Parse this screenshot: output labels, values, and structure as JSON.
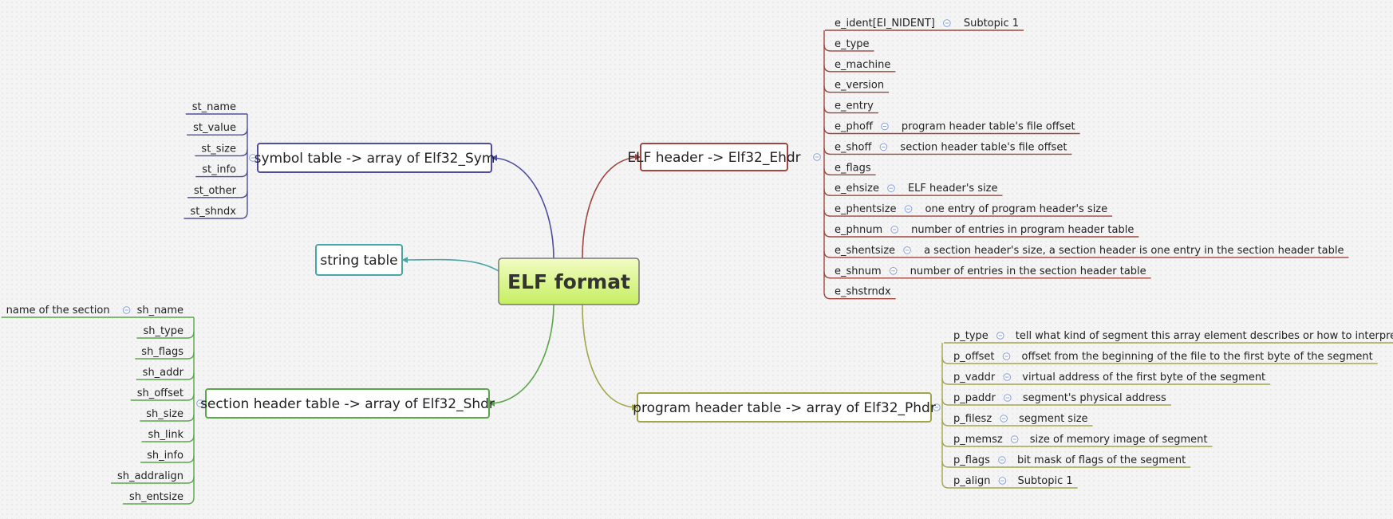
{
  "root": {
    "label": "ELF format"
  },
  "colors": {
    "root_fill_top": "#f2fcc4",
    "root_fill_bottom": "#c6ee62",
    "root_border": "#777777",
    "elf_header": "#a0453f",
    "symbol_table": "#4e4ea0",
    "string_table": "#4aa5a5",
    "section_header": "#5aa64a",
    "program_header": "#a3a54a",
    "collapse_icon": "#8aa0d8"
  },
  "branches": {
    "elf_header": {
      "label": "ELF header -> Elf32_Ehdr",
      "fields": [
        {
          "name": "e_ident[EI_NIDENT]",
          "note": "Subtopic 1"
        },
        {
          "name": "e_type",
          "note": ""
        },
        {
          "name": "e_machine",
          "note": ""
        },
        {
          "name": "e_version",
          "note": ""
        },
        {
          "name": "e_entry",
          "note": ""
        },
        {
          "name": "e_phoff",
          "note": "program header table's file offset"
        },
        {
          "name": "e_shoff",
          "note": "section header table's file offset"
        },
        {
          "name": "e_flags",
          "note": ""
        },
        {
          "name": "e_ehsize",
          "note": "ELF header's size"
        },
        {
          "name": "e_phentsize",
          "note": "one entry of program header's size"
        },
        {
          "name": "e_phnum",
          "note": "number of entries in program header table"
        },
        {
          "name": "e_shentsize",
          "note": "a section header's size, a section header is one entry in the section header table"
        },
        {
          "name": "e_shnum",
          "note": "number of entries in the section header table"
        },
        {
          "name": "e_shstrndx",
          "note": ""
        }
      ]
    },
    "symbol_table": {
      "label": "symbol table -> array of Elf32_Sym",
      "fields": [
        {
          "name": "st_name",
          "note": ""
        },
        {
          "name": "st_value",
          "note": ""
        },
        {
          "name": "st_size",
          "note": ""
        },
        {
          "name": "st_info",
          "note": ""
        },
        {
          "name": "st_other",
          "note": ""
        },
        {
          "name": "st_shndx",
          "note": ""
        }
      ]
    },
    "string_table": {
      "label": "string table"
    },
    "section_header": {
      "label": "section header table -> array of Elf32_Shdr",
      "fields": [
        {
          "name": "sh_name",
          "note": "name of the section"
        },
        {
          "name": "sh_type",
          "note": ""
        },
        {
          "name": "sh_flags",
          "note": ""
        },
        {
          "name": "sh_addr",
          "note": ""
        },
        {
          "name": "sh_offset",
          "note": ""
        },
        {
          "name": "sh_size",
          "note": ""
        },
        {
          "name": "sh_link",
          "note": ""
        },
        {
          "name": "sh_info",
          "note": ""
        },
        {
          "name": "sh_addralign",
          "note": ""
        },
        {
          "name": "sh_entsize",
          "note": ""
        }
      ]
    },
    "program_header": {
      "label": "program header table -> array of Elf32_Phdr",
      "fields": [
        {
          "name": "p_type",
          "note": "tell what kind of segment this array element describes or how to interpret it"
        },
        {
          "name": "p_offset",
          "note": "offset from the beginning of the file to the first byte of the segment"
        },
        {
          "name": "p_vaddr",
          "note": "virtual address of the first byte of the segment"
        },
        {
          "name": "p_paddr",
          "note": "segment's physical address"
        },
        {
          "name": "p_filesz",
          "note": "segment size"
        },
        {
          "name": "p_memsz",
          "note": "size of memory image of segment"
        },
        {
          "name": "p_flags",
          "note": "bit mask of flags of the segment"
        },
        {
          "name": "p_align",
          "note": "Subtopic 1"
        }
      ]
    }
  }
}
